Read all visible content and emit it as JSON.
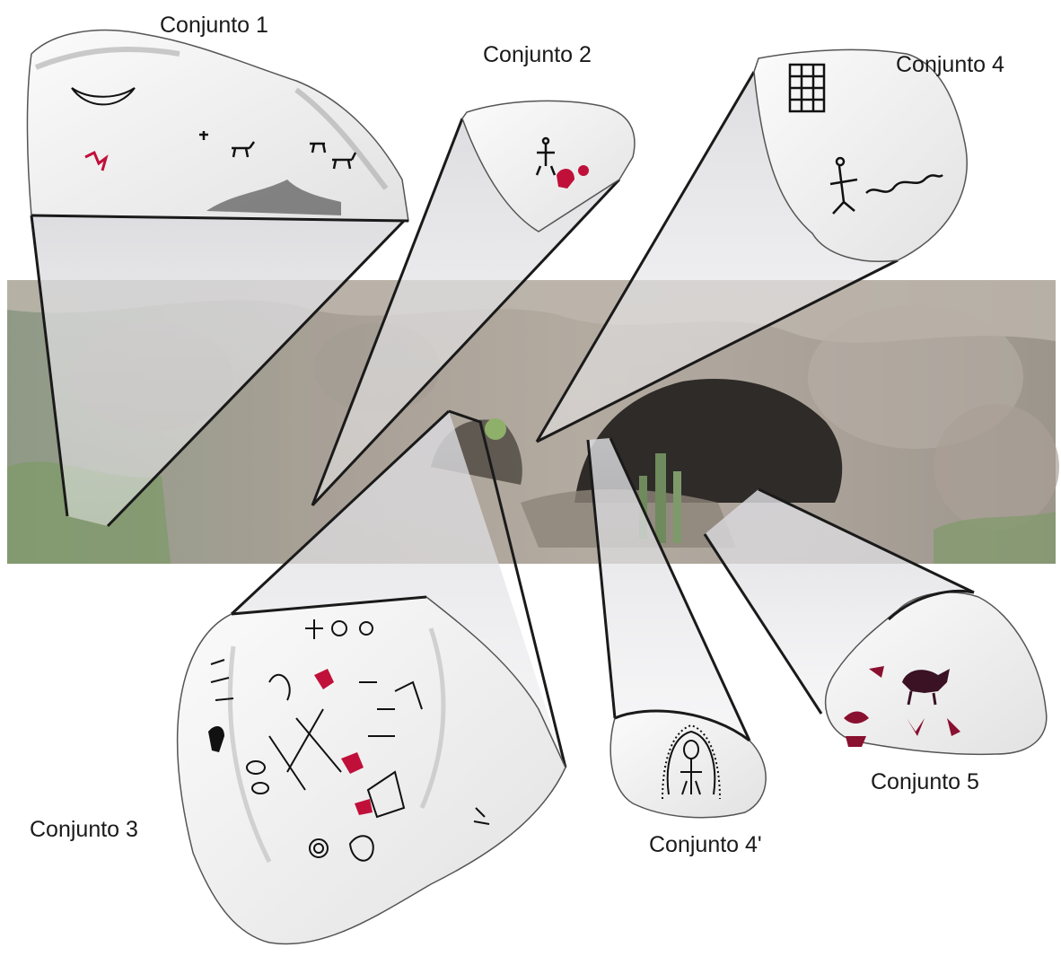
{
  "labels": {
    "conjunto_1": "Conjunto 1",
    "conjunto_2": "Conjunto 2",
    "conjunto_3": "Conjunto 3",
    "conjunto_4": "Conjunto 4",
    "conjunto_4_prime": "Conjunto 4'",
    "conjunto_5": "Conjunto 5"
  },
  "colors": {
    "background": "#ffffff",
    "rock_sketch_fill": "#f2f2f2",
    "rock_outline": "#1a1a1a",
    "engraving": "#111111",
    "pigment_red": "#c0103a",
    "photo_strip": "#a59c92",
    "cave_dark": "#2e2b28",
    "vegetation": "#7f9a6a"
  }
}
